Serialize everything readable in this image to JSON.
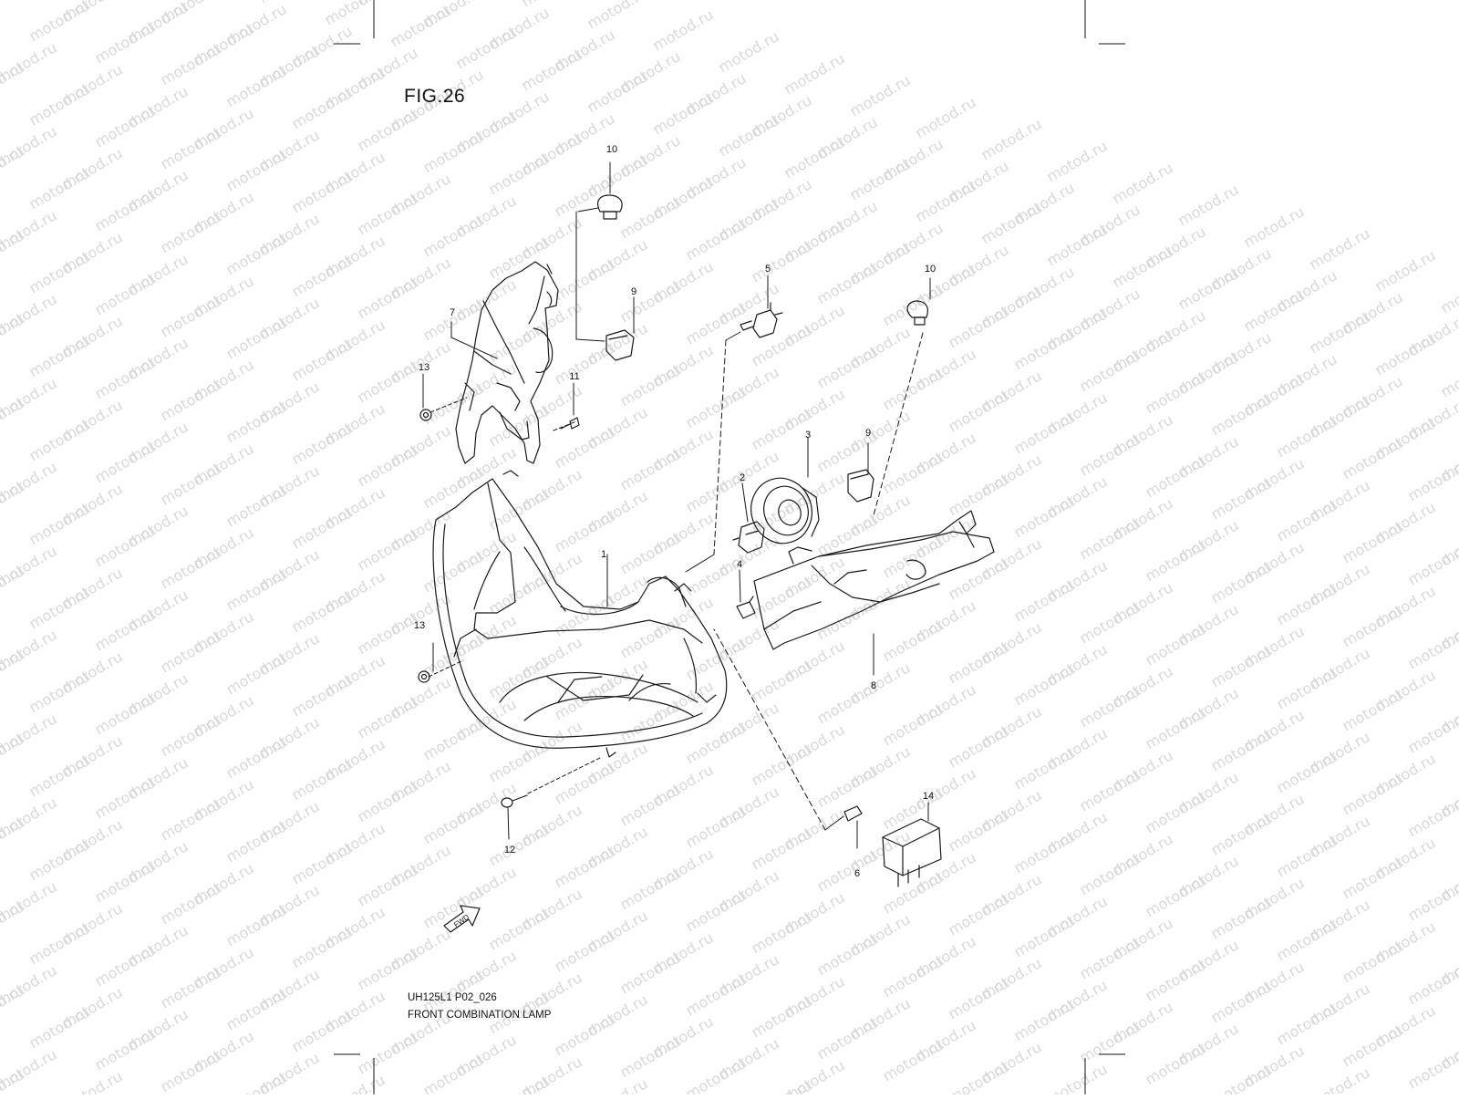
{
  "figure": {
    "title": "FIG.26",
    "diagram_code": "UH125L1 P02_026",
    "caption": "FRONT COMBINATION LAMP",
    "watermark": "motod.ru",
    "fwd_label": "FWD"
  },
  "callouts": [
    {
      "id": "c1",
      "label": "1"
    },
    {
      "id": "c2",
      "label": "2"
    },
    {
      "id": "c3",
      "label": "3"
    },
    {
      "id": "c4",
      "label": "4"
    },
    {
      "id": "c5",
      "label": "5"
    },
    {
      "id": "c6",
      "label": "6"
    },
    {
      "id": "c7",
      "label": "7"
    },
    {
      "id": "c8",
      "label": "8"
    },
    {
      "id": "c9a",
      "label": "9"
    },
    {
      "id": "c9b",
      "label": "9"
    },
    {
      "id": "c10a",
      "label": "10"
    },
    {
      "id": "c10b",
      "label": "10"
    },
    {
      "id": "c11",
      "label": "11"
    },
    {
      "id": "c12",
      "label": "12"
    },
    {
      "id": "c13a",
      "label": "13"
    },
    {
      "id": "c13b",
      "label": "13"
    },
    {
      "id": "c14",
      "label": "14"
    }
  ],
  "colors": {
    "line": "#1a1a1a",
    "watermark": "#d9d9d9",
    "paper": "#ffffff"
  }
}
